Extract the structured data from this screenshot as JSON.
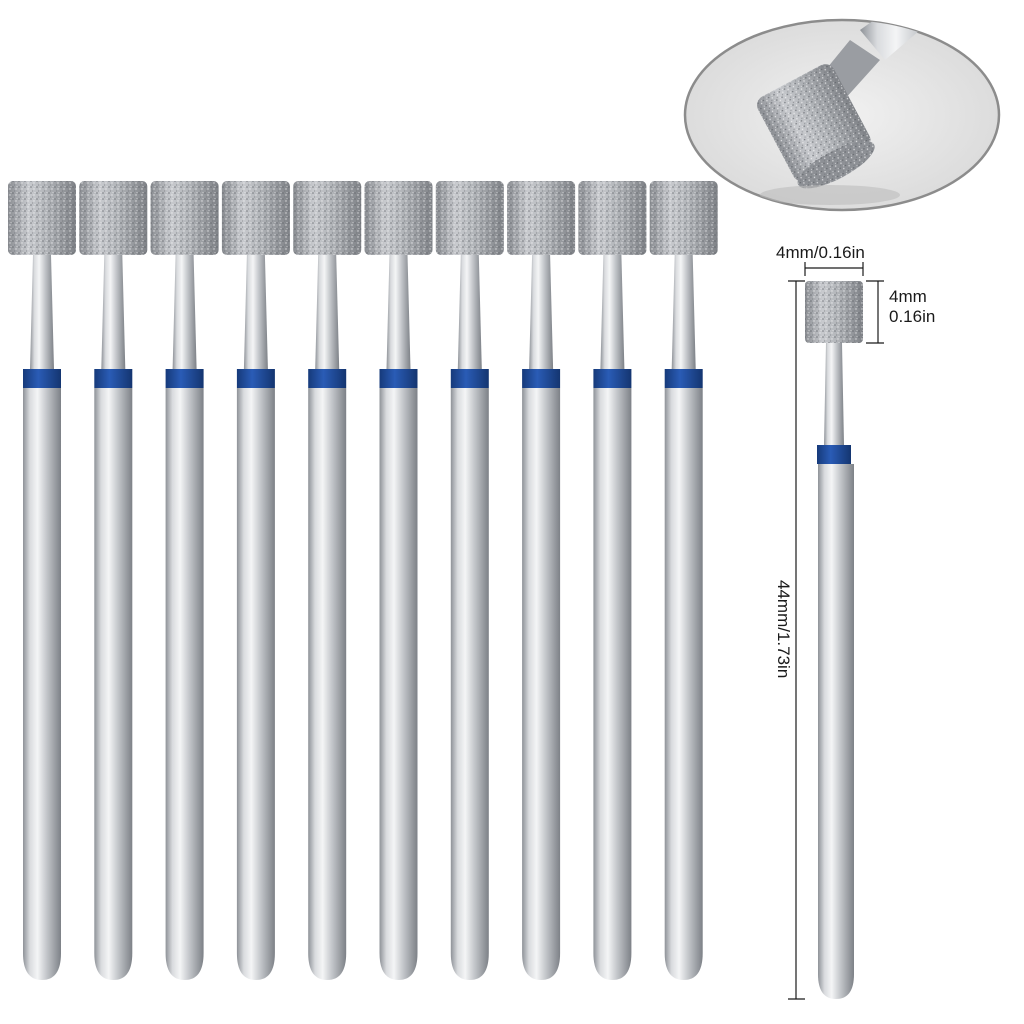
{
  "product": {
    "bit_count": 10,
    "band_color": "#1f4fa3",
    "shank_color": "#c9ccd0",
    "head_color": "#a9acb0"
  },
  "dimensions": {
    "head_width": "4mm/0.16in",
    "head_height_mm": "4mm",
    "head_height_in": "0.16in",
    "total_length": "44mm/1.73in"
  },
  "inset": {
    "icon": "diamond-cylinder-bit-closeup"
  }
}
